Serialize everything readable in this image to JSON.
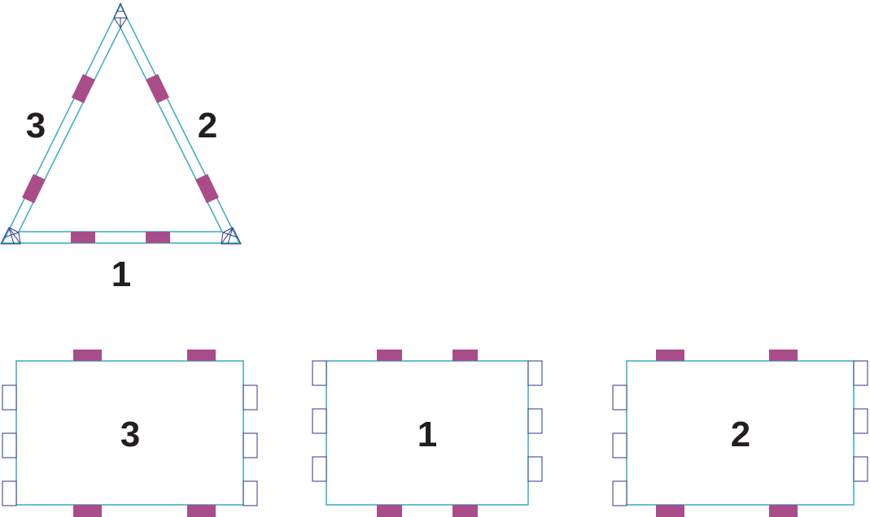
{
  "triangle": {
    "side_labels": {
      "bottom": "1",
      "right": "2",
      "left": "3"
    }
  },
  "panels": [
    {
      "label": "3"
    },
    {
      "label": "1"
    },
    {
      "label": "2"
    }
  ],
  "colors": {
    "outline_cyan": "#3aa9c9",
    "tab_magenta": "#a94d8a",
    "tab_outline_navy": "#2e3a87",
    "text_dark": "#231f20"
  }
}
